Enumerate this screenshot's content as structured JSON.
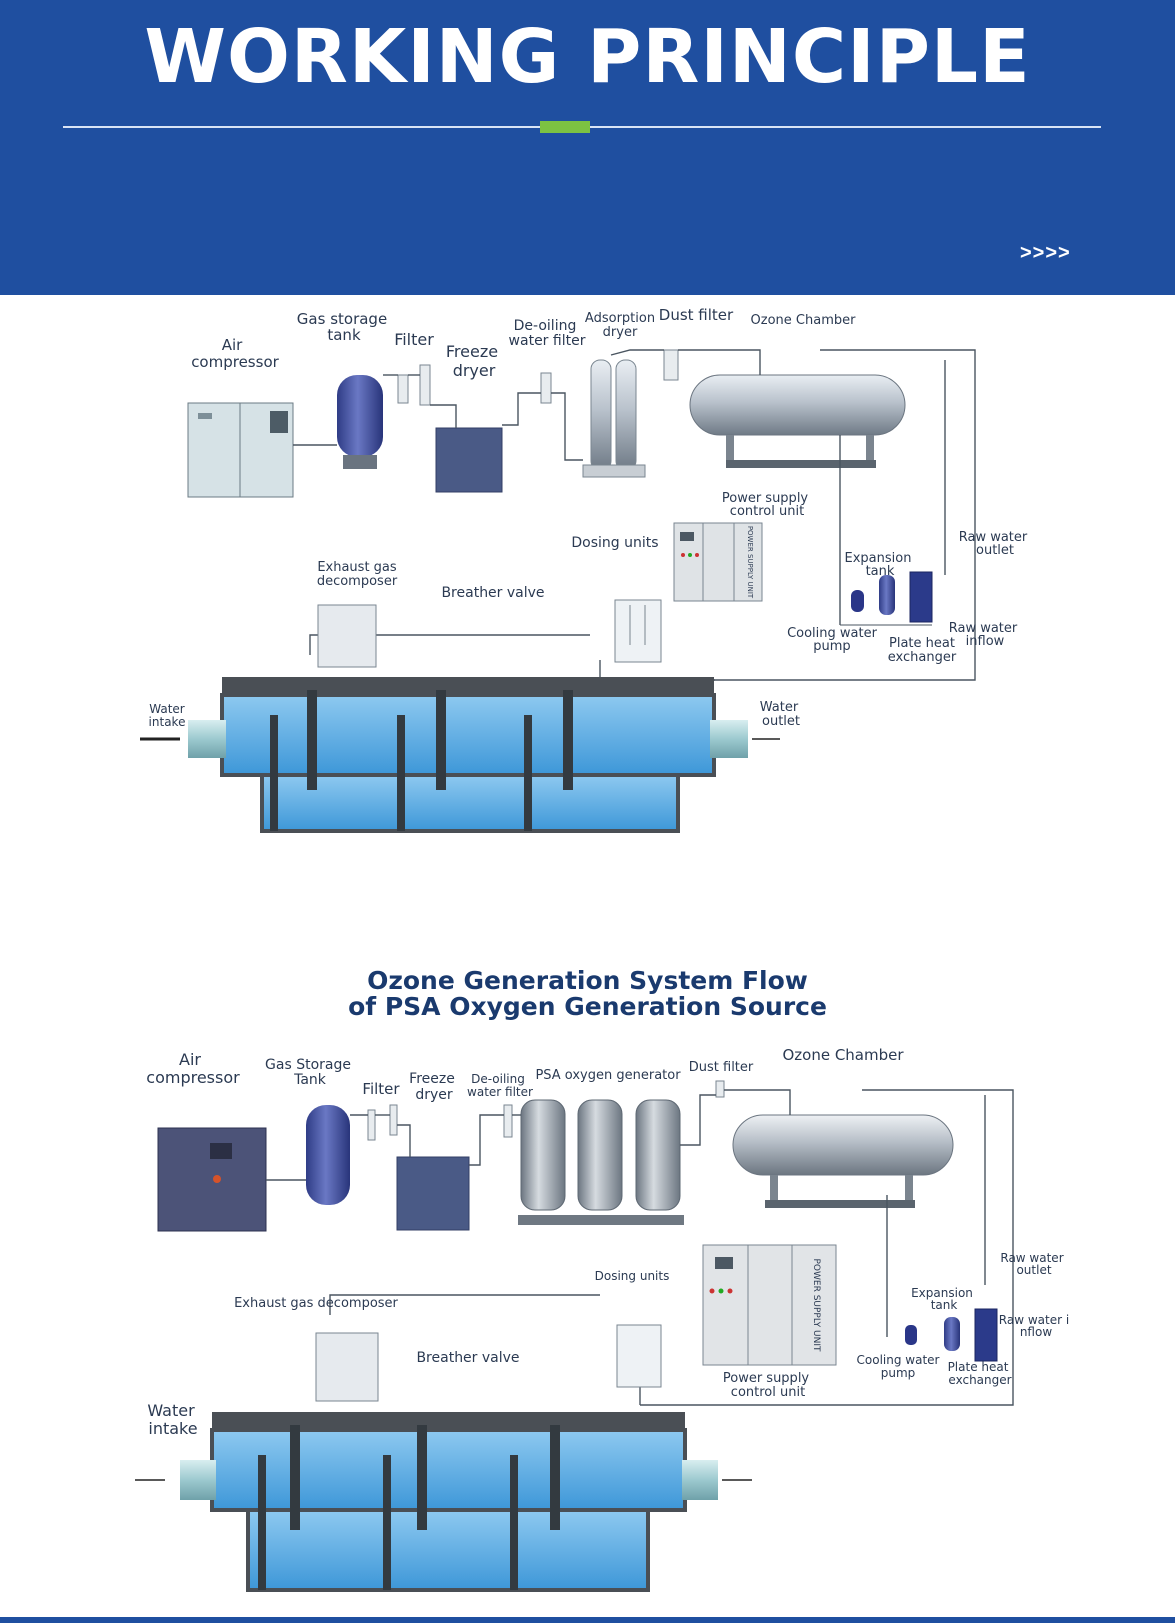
{
  "header": {
    "title": "WORKING PRINCIPLE",
    "arrows": ">>>>",
    "accent_color": "#7cc242",
    "bg_color": "#1f4fa0"
  },
  "diagram1": {
    "labels": {
      "air_compressor": [
        "Air",
        "compressor"
      ],
      "gas_storage": [
        "Gas storage",
        "tank"
      ],
      "filter": "Filter",
      "freeze_dryer": [
        "Freeze",
        "dryer"
      ],
      "deoiling": [
        "De-oiling",
        "water filter"
      ],
      "adsorption": [
        "Adsorption",
        "dryer"
      ],
      "dust_filter": "Dust filter",
      "ozone_chamber": "Ozone Chamber",
      "power_supply": [
        "Power supply",
        "control unit"
      ],
      "dosing_units": "Dosing units",
      "exhaust": [
        "Exhaust gas",
        "decomposer"
      ],
      "breather": "Breather valve",
      "raw_out": [
        "Raw water",
        "outlet"
      ],
      "expansion": [
        "Expansion",
        "tank"
      ],
      "raw_in": [
        "Raw water",
        "inflow"
      ],
      "cooling_pump": [
        "Cooling water",
        "pump"
      ],
      "plate_hx": [
        "Plate heat",
        "exchanger"
      ],
      "water_intake": [
        "Water",
        "intake"
      ],
      "water_outlet": [
        "Water",
        "outlet"
      ],
      "psu_text": "POWER SUPPLY UNIT"
    }
  },
  "diagram2": {
    "title_line1": "Ozone Generation System Flow",
    "title_line2": "of PSA Oxygen Generation Source",
    "labels": {
      "air_compressor": [
        "Air",
        "compressor"
      ],
      "gas_storage": [
        "Gas Storage",
        "Tank"
      ],
      "filter": "Filter",
      "freeze_dryer": [
        "Freeze",
        "dryer"
      ],
      "deoiling": [
        "De-oiling",
        "water filter"
      ],
      "psa": "PSA oxygen generator",
      "dust_filter": "Dust filter",
      "ozone_chamber": "Ozone Chamber",
      "raw_out": [
        "Raw water",
        "outlet"
      ],
      "expansion": [
        "Expansion",
        "tank"
      ],
      "raw_in": [
        "Raw water i",
        "nflow"
      ],
      "dosing_units": "Dosing units",
      "exhaust": "Exhaust gas decomposer",
      "breather": "Breather valve",
      "power_supply": [
        "Power supply",
        "control unit"
      ],
      "cooling_pump": [
        "Cooling water",
        "pump"
      ],
      "plate_hx": [
        "Plate heat",
        "exchanger"
      ],
      "water_intake": [
        "Water",
        "intake"
      ],
      "psu_text": "POWER SUPPLY UNIT"
    }
  }
}
